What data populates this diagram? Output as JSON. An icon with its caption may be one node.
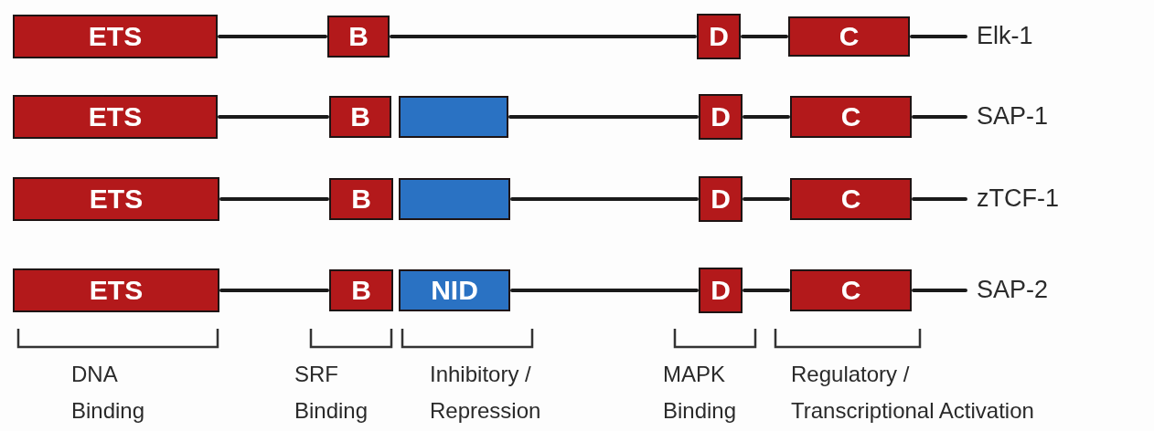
{
  "diagram": {
    "nodes": [
      {
        "text": [
          "ETS"
        ]
      },
      {
        "text": [
          "B"
        ]
      },
      {
        "text": [
          "D"
        ]
      },
      {
        "text": [
          "C"
        ]
      },
      {
        "text": [
          "Elk-1"
        ]
      },
      {
        "text": [
          "ETS"
        ]
      },
      {
        "text": [
          "B"
        ]
      },
      {
        "text": [],
        "shape": "box"
      },
      {
        "text": [
          "D"
        ]
      },
      {
        "text": [
          "C"
        ]
      },
      {
        "text": [
          "SAP-1"
        ]
      },
      {
        "text": [
          "ETS"
        ]
      },
      {
        "text": [
          "B"
        ]
      },
      {
        "text": [],
        "shape": "box"
      },
      {
        "text": [
          "D"
        ]
      },
      {
        "text": [
          "C"
        ]
      },
      {
        "text": [
          "zTCF-1"
        ]
      },
      {
        "text": [
          "ETS"
        ]
      },
      {
        "text": [
          "B"
        ]
      },
      {
        "text": [
          "NID"
        ]
      },
      {
        "text": [
          "D"
        ]
      },
      {
        "text": [
          "C"
        ]
      },
      {
        "text": [
          "SAP-2"
        ]
      }
    ],
    "edges": [
      {
        "from": 0,
        "to": 1,
        "arrow": "none"
      },
      {
        "from": 1,
        "to": 2,
        "arrow": "none"
      },
      {
        "from": 2,
        "to": 3,
        "arrow": "none"
      },
      {
        "from": 3,
        "to": 4,
        "arrow": "none"
      },
      {
        "from": 5,
        "to": 6,
        "arrow": "none"
      },
      {
        "from": 7,
        "to": 8,
        "arrow": "none"
      },
      {
        "from": 8,
        "to": 9,
        "arrow": "none"
      },
      {
        "from": 9,
        "to": 10,
        "arrow": "none"
      },
      {
        "from": 11,
        "to": 12,
        "arrow": "none"
      },
      {
        "from": 13,
        "to": 14,
        "arrow": "none"
      },
      {
        "from": 14,
        "to": 15,
        "arrow": "none"
      },
      {
        "from": 15,
        "to": 16,
        "arrow": "none"
      },
      {
        "from": 17,
        "to": 18,
        "arrow": "none"
      },
      {
        "from": 19,
        "to": 20,
        "arrow": "none"
      },
      {
        "from": 20,
        "to": 21,
        "arrow": "none"
      },
      {
        "from": 21,
        "to": 22,
        "arrow": "none"
      }
    ],
    "labels": [
      "DNA Binding",
      "SRF Binding",
      "Inhibitory / Repression",
      "MAPK Binding",
      "Regulatory / Transcriptional Activation"
    ]
  }
}
